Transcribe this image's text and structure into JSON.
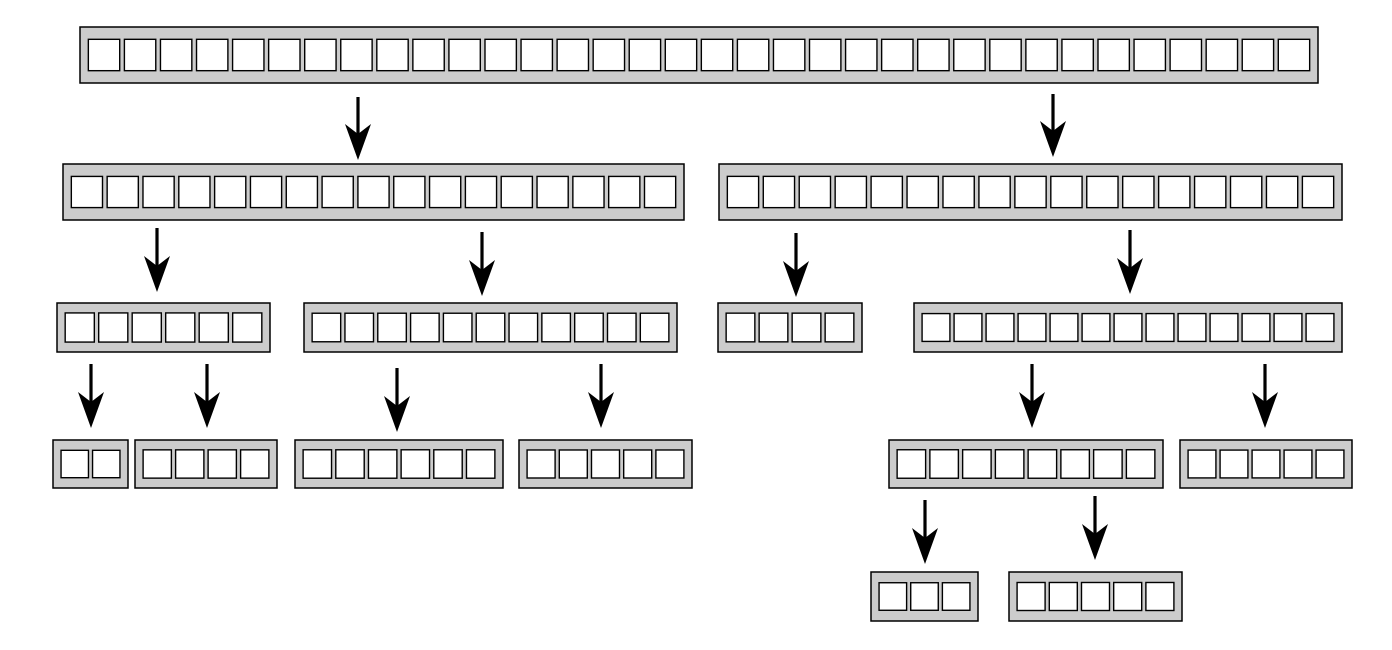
{
  "diagram": {
    "background": "#ffffff",
    "bar_fill": "#cccccc",
    "cell_fill": "#ffffff",
    "stroke": "#000000",
    "arrays": [
      {
        "id": "root",
        "cells": 34
      },
      {
        "id": "left",
        "cells": 17
      },
      {
        "id": "right",
        "cells": 17
      },
      {
        "id": "left-left",
        "cells": 6
      },
      {
        "id": "left-right",
        "cells": 11
      },
      {
        "id": "right-left",
        "cells": 4
      },
      {
        "id": "right-right",
        "cells": 13
      },
      {
        "id": "left-left-left",
        "cells": 2
      },
      {
        "id": "left-left-right",
        "cells": 4
      },
      {
        "id": "left-right-left",
        "cells": 6
      },
      {
        "id": "left-right-right",
        "cells": 5
      },
      {
        "id": "right-right-left",
        "cells": 8
      },
      {
        "id": "right-right-right",
        "cells": 5
      },
      {
        "id": "right-right-left-left",
        "cells": 3
      },
      {
        "id": "right-right-left-right",
        "cells": 5
      }
    ],
    "edges": [
      {
        "from": "root",
        "to": "left"
      },
      {
        "from": "root",
        "to": "right"
      },
      {
        "from": "left",
        "to": "left-left"
      },
      {
        "from": "left",
        "to": "left-right"
      },
      {
        "from": "right",
        "to": "right-left"
      },
      {
        "from": "right",
        "to": "right-right"
      },
      {
        "from": "left-left",
        "to": "left-left-left"
      },
      {
        "from": "left-left",
        "to": "left-left-right"
      },
      {
        "from": "left-right",
        "to": "left-right-left"
      },
      {
        "from": "left-right",
        "to": "left-right-right"
      },
      {
        "from": "right-right",
        "to": "right-right-left"
      },
      {
        "from": "right-right",
        "to": "right-right-right"
      },
      {
        "from": "right-right-left",
        "to": "right-right-left-left"
      },
      {
        "from": "right-right-left",
        "to": "right-right-left-right"
      }
    ]
  }
}
